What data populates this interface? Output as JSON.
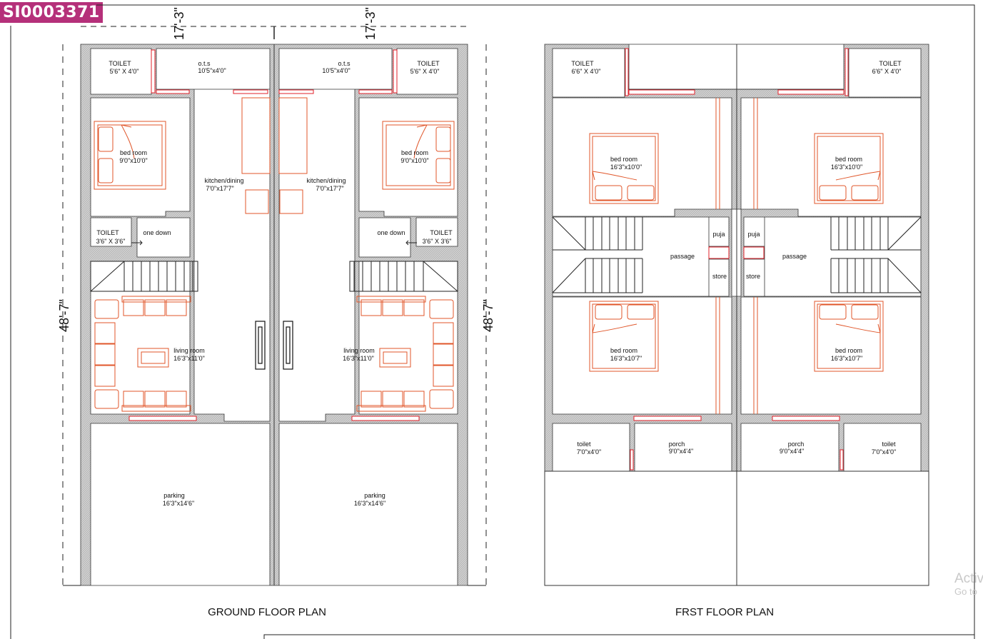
{
  "sheet_id": "SI0003371",
  "ground": {
    "title": "GROUND FLOOR PLAN",
    "dim_width_left": "17'-3\"",
    "dim_width_right": "17'-3\"",
    "dim_depth_left": "48'-7\"",
    "dim_depth_right": "48'-7\"",
    "left": {
      "toilet_top": {
        "name": "TOILET",
        "size": "5'6\" X 4'0\""
      },
      "ots": {
        "name": "o.t.s",
        "size": "10'5\"x4'0\""
      },
      "bedroom": {
        "name": "bed room",
        "size": "9'0\"x10'0\""
      },
      "kitchen": {
        "name": "kitchen/dining",
        "size": "7'0\"x17'7\""
      },
      "toilet_small": {
        "name": "TOILET",
        "size": "3'6\" X 3'6\""
      },
      "step_label": "one down",
      "living": {
        "name": "living room",
        "size": "16'3\"x11'0\""
      },
      "parking": {
        "name": "parking",
        "size": "16'3\"x14'6\""
      }
    },
    "right": {
      "toilet_top": {
        "name": "TOILET",
        "size": "5'6\" X 4'0\""
      },
      "ots": {
        "name": "o.t.s",
        "size": "10'5\"x4'0\""
      },
      "bedroom": {
        "name": "bed room",
        "size": "9'0\"x10'0\""
      },
      "kitchen": {
        "name": "kitchen/dining",
        "size": "7'0\"x17'7\""
      },
      "toilet_small": {
        "name": "TOILET",
        "size": "3'6\" X 3'6\""
      },
      "step_label": "one down",
      "living": {
        "name": "living room",
        "size": "16'3\"x11'0\""
      },
      "parking": {
        "name": "parking",
        "size": "16'3\"x14'6\""
      }
    }
  },
  "first": {
    "title": "FRST FLOOR PLAN",
    "left": {
      "toilet_top": {
        "name": "TOILET",
        "size": "6'6\" X 4'0\""
      },
      "bed_top": {
        "name": "bed room",
        "size": "16'3\"x10'0\""
      },
      "passage": "passage",
      "puja": "puja",
      "store": "store",
      "bed_bottom": {
        "name": "bed room",
        "size": "16'3\"x10'7\""
      },
      "toilet_bottom": {
        "name": "toilet",
        "size": "7'0\"x4'0\""
      },
      "porch": {
        "name": "porch",
        "size": "9'0\"x4'4\""
      }
    },
    "right": {
      "toilet_top": {
        "name": "TOILET",
        "size": "6'6\" X 4'0\""
      },
      "bed_top": {
        "name": "bed room",
        "size": "16'3\"x10'0\""
      },
      "passage": "passage",
      "puja": "puja",
      "store": "store",
      "bed_bottom": {
        "name": "bed room",
        "size": "16'3\"x10'7\""
      },
      "toilet_bottom": {
        "name": "toilet",
        "size": "7'0\"x4'0\""
      },
      "porch": {
        "name": "porch",
        "size": "9'0\"x4'4\""
      }
    }
  },
  "watermark": {
    "line1": "Activ",
    "line2": "Go to"
  },
  "colors": {
    "wall_fill": "#d6d6d6",
    "furniture": "#e0562a",
    "window": "#e0202a",
    "badge": "#b5307a"
  }
}
